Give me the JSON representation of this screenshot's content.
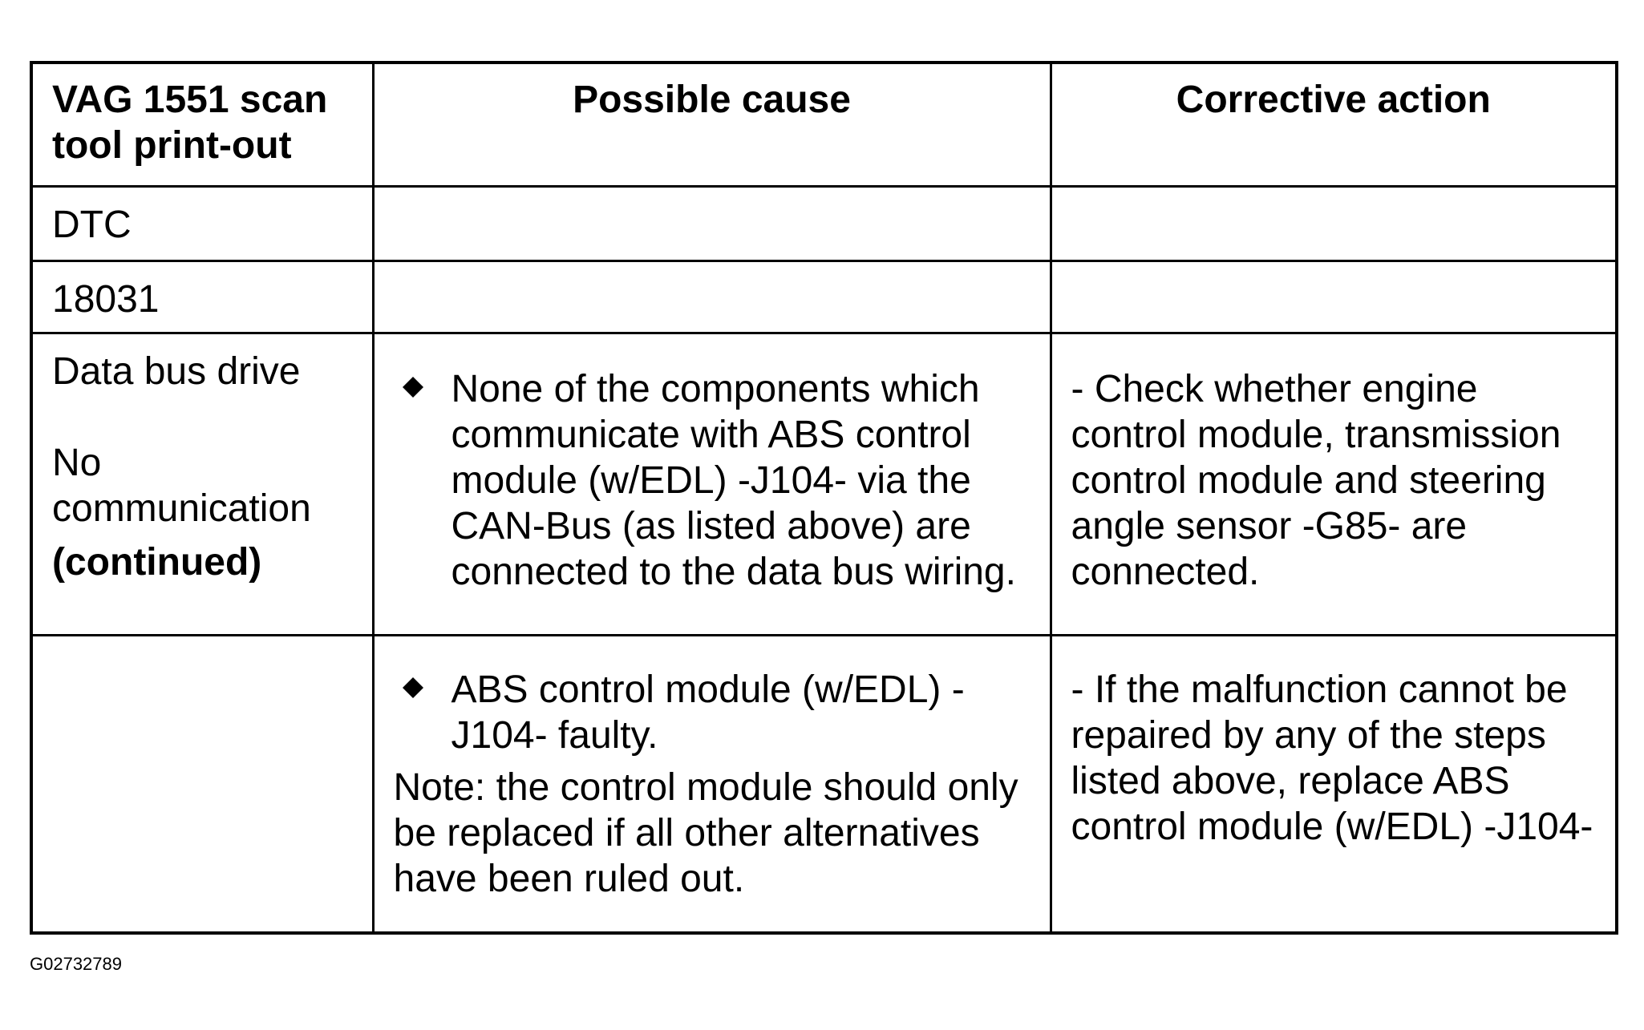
{
  "table": {
    "headers": {
      "col1": "VAG 1551 scan tool print-out",
      "col2": "Possible cause",
      "col3": "Corrective action"
    },
    "row_dtc": {
      "label": "DTC"
    },
    "row_code": {
      "code": "18031"
    },
    "row_main": {
      "col1_line1": "Data bus drive",
      "col1_line2": "No communication",
      "col1_line3": "(continued)",
      "cause": "None of the components which communicate with ABS control module (w/EDL) -J104- via the CAN-Bus (as listed above) are connected to the data bus wiring.",
      "action": "- Check whether engine control module, transmission control module and steering angle sensor -G85- are connected."
    },
    "row_last": {
      "cause": "ABS control module (w/EDL) -J104- faulty.",
      "note": "Note: the control module should only be replaced if all other alternatives have been ruled out.",
      "action": "- If the malfunction cannot be repaired by any of the steps listed above, replace ABS control module (w/EDL) -J104-"
    }
  },
  "figure_id": "G02732789",
  "icons": {
    "bullet": "diamond-bullet-icon"
  }
}
